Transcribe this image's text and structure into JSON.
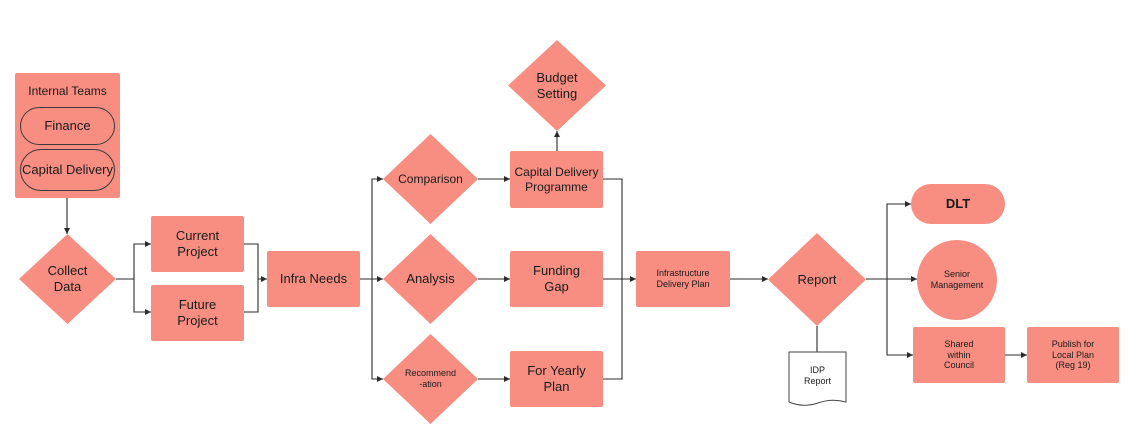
{
  "nodes": {
    "internal_teams": {
      "title": "Internal Teams",
      "finance": "Finance",
      "capital_delivery": "Capital Delivery"
    },
    "collect_data": "Collect Data",
    "current_project": "Current Project",
    "future_project": "Future Project",
    "infra_needs": "Infra Needs",
    "comparison": "Comparison",
    "analysis": "Analysis",
    "recommendation": "Recommend -ation",
    "budget_setting": "Budget Setting",
    "capital_delivery_programme": "Capital Delivery Programme",
    "funding_gap": "Funding Gap",
    "for_yearly_plan": "For Yearly Plan",
    "idp": "Infrastructure Delivery Plan",
    "report": "Report",
    "idp_report": "IDP Report",
    "dlt": "DLT",
    "senior_management": "Senior Management",
    "shared_within_council": "Shared within Council",
    "publish_local_plan": "Publish for Local Plan (Reg 19)"
  },
  "colors": {
    "fill": "#f88e82",
    "line": "#2b2b2b",
    "doc_fill": "#ffffff"
  }
}
